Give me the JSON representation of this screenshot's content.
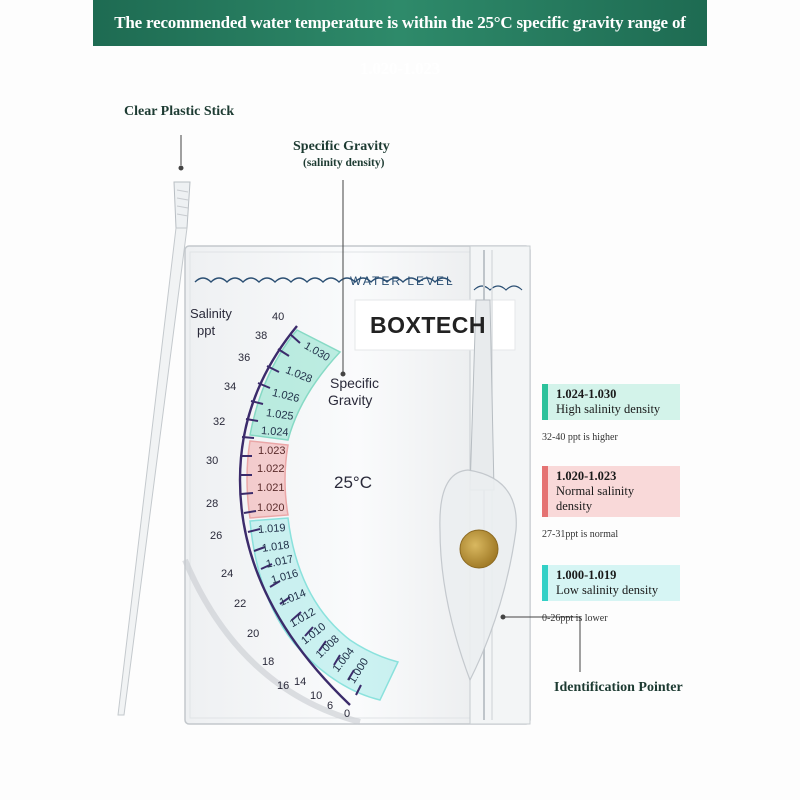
{
  "banner": {
    "text": "The recommended water temperature is within the 25°C specific gravity range of 1.020-1.023"
  },
  "labels": {
    "stick": "Clear Plastic Stick",
    "sg_title": "Specific Gravity",
    "sg_sub": "(salinity density)",
    "pointer": "Identification Pointer"
  },
  "device": {
    "brand": "BOXTECH",
    "water_level": "WATER LEVEL",
    "salinity_label_1": "Salinity",
    "salinity_label_2": "ppt",
    "sg_label_1": "Specific",
    "sg_label_2": "Gravity",
    "temperature": "25°C",
    "ppt_ticks": [
      "40",
      "38",
      "36",
      "34",
      "32",
      "30",
      "28",
      "26",
      "24",
      "22",
      "20",
      "18",
      "16",
      "14",
      "10",
      "6",
      "0"
    ],
    "sg_green": [
      "1.030",
      "1.028",
      "1.026",
      "1.025",
      "1.024"
    ],
    "sg_red": [
      "1.023",
      "1.022",
      "1.021",
      "1.020"
    ],
    "sg_teal": [
      "1.019",
      "1.018",
      "1.017",
      "1.016",
      "1.014",
      "1.012",
      "1.010",
      "1.008",
      "1.004",
      "1.000"
    ]
  },
  "callouts": [
    {
      "range": "1.024-1.030",
      "desc": "High salinity density",
      "note": "32-40 ppt is higher",
      "color": "#2cc29b"
    },
    {
      "range": "1.020-1.023",
      "desc": "Normal salinity density",
      "note": "27-31ppt is normal",
      "color": "#e57373"
    },
    {
      "range": "1.000-1.019",
      "desc": "Low salinity density",
      "note": "0-26ppt is lower",
      "color": "#33d0c6"
    }
  ]
}
